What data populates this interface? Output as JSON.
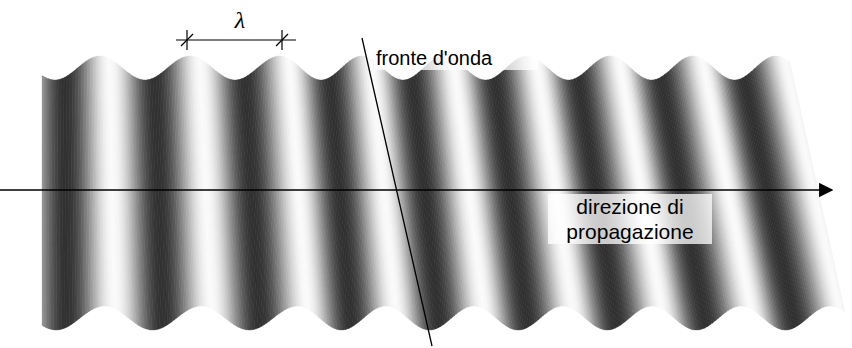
{
  "diagram": {
    "labels": [
      "λ",
      "fronte d'onda",
      "direzione di propagazione"
    ]
  }
}
